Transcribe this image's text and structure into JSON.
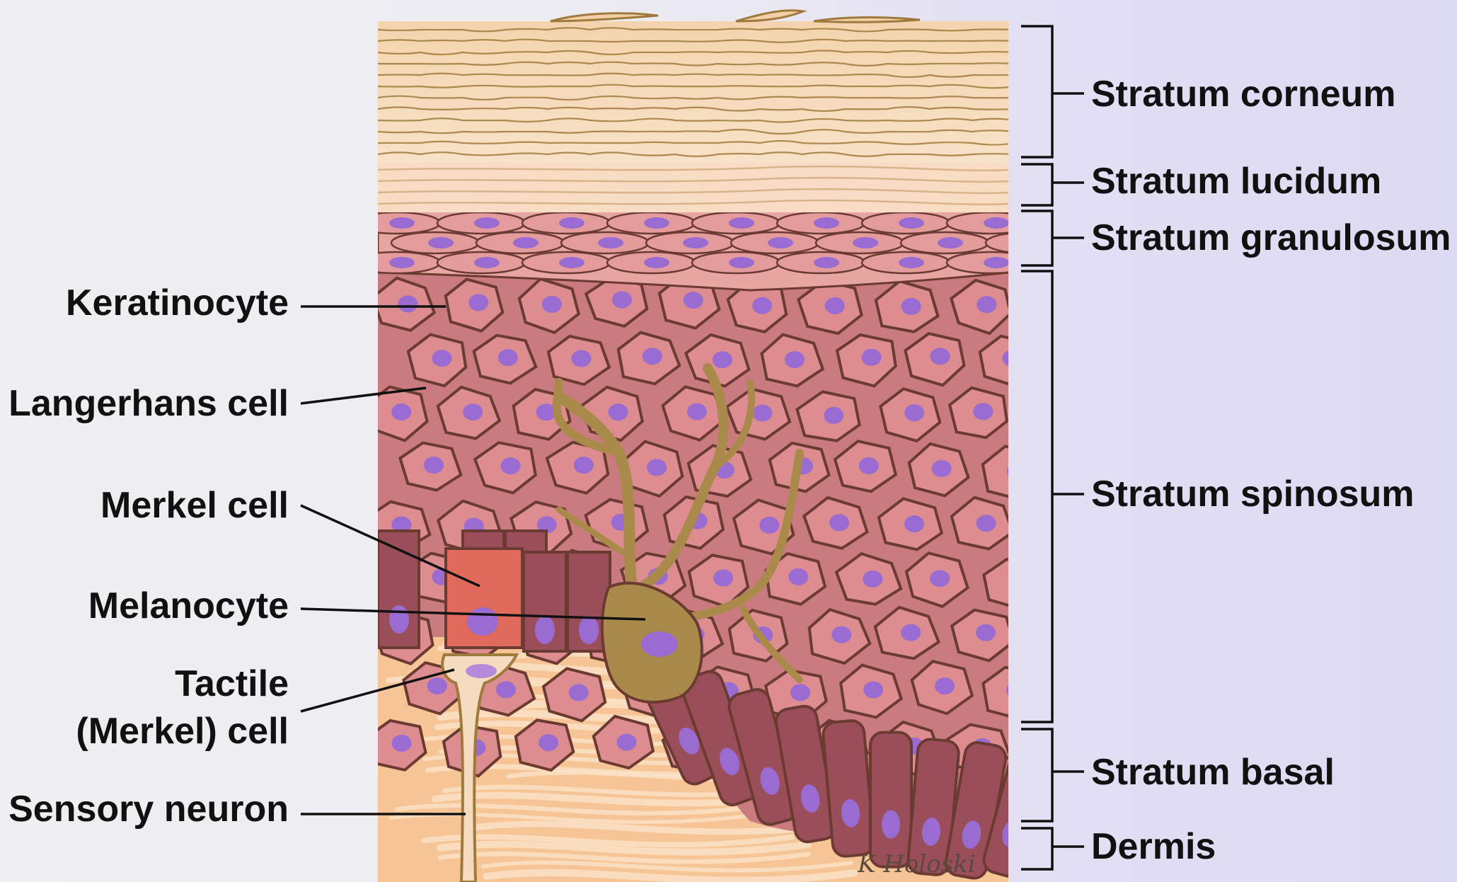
{
  "left_labels": {
    "keratinocyte": "Keratinocyte",
    "langerhans": "Langerhans cell",
    "merkel": "Merkel cell",
    "melanocyte": "Melanocyte",
    "tactile_line1": "Tactile",
    "tactile_line2": "(Merkel) cell",
    "sensory_neuron": "Sensory neuron"
  },
  "right_labels": {
    "corneum": "Stratum corneum",
    "lucidum": "Stratum lucidum",
    "granulosum": "Stratum granulosum",
    "spinosum": "Stratum spinosum",
    "basal": "Stratum basal",
    "dermis": "Dermis"
  },
  "signature": "K Holoski",
  "colors": {
    "corneum": "#f2cfa6",
    "granulosum": "#e7a5a3",
    "cell": "#dd8c8f",
    "cell_border": "#6b3b32",
    "nucleus": "#9a6bd0",
    "basal_cell": "#9a4e5a",
    "melanocyte": "#a98a4a",
    "merkel": "#e06a5c",
    "dermis": "#f7c89a"
  }
}
